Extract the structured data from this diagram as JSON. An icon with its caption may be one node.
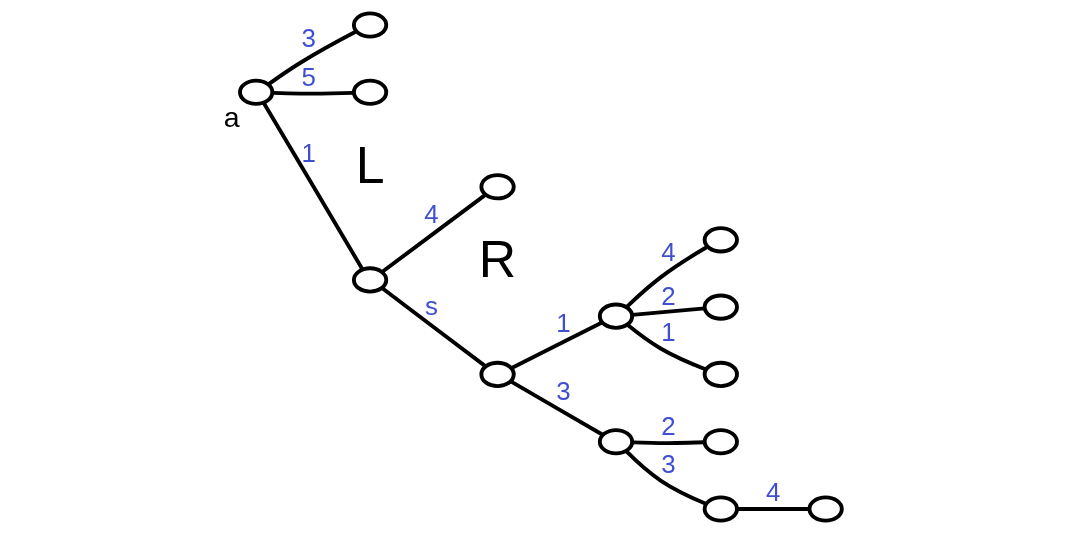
{
  "diagram": {
    "nodes": [
      {
        "text": [],
        "shape": "circle"
      },
      {
        "text": [],
        "shape": "circle",
        "beside": [
          "a"
        ]
      },
      {
        "text": [],
        "shape": "circle"
      },
      {
        "text": [],
        "shape": "circle"
      },
      {
        "text": [],
        "shape": "circle"
      },
      {
        "text": [],
        "shape": "circle"
      },
      {
        "text": [],
        "shape": "circle"
      },
      {
        "text": [],
        "shape": "circle"
      },
      {
        "text": [],
        "shape": "circle"
      },
      {
        "text": [],
        "shape": "circle"
      },
      {
        "text": [],
        "shape": "circle"
      },
      {
        "text": [],
        "shape": "circle"
      },
      {
        "text": [],
        "shape": "circle"
      },
      {
        "text": [],
        "shape": "circle"
      }
    ],
    "edges": [
      {
        "from": 1,
        "to": 0,
        "arrow": "none",
        "label": "3"
      },
      {
        "from": 1,
        "to": 2,
        "arrow": "none",
        "label": "5"
      },
      {
        "from": 1,
        "to": 3,
        "arrow": "none",
        "label": "1"
      },
      {
        "from": 3,
        "to": 4,
        "arrow": "none",
        "label": "4"
      },
      {
        "from": 3,
        "to": 5,
        "arrow": "none",
        "label": "s"
      },
      {
        "from": 5,
        "to": 6,
        "arrow": "none",
        "label": "1"
      },
      {
        "from": 6,
        "to": 7,
        "arrow": "none",
        "label": "4"
      },
      {
        "from": 6,
        "to": 8,
        "arrow": "none",
        "label": "2"
      },
      {
        "from": 6,
        "to": 9,
        "arrow": "none",
        "label": "1"
      },
      {
        "from": 5,
        "to": 10,
        "arrow": "none",
        "label": "3"
      },
      {
        "from": 10,
        "to": 11,
        "arrow": "none",
        "label": "2"
      },
      {
        "from": 10,
        "to": 12,
        "arrow": "none",
        "label": "3"
      },
      {
        "from": 12,
        "to": 13,
        "arrow": "none",
        "label": "4"
      }
    ],
    "labels": [
      "L",
      "R"
    ]
  }
}
